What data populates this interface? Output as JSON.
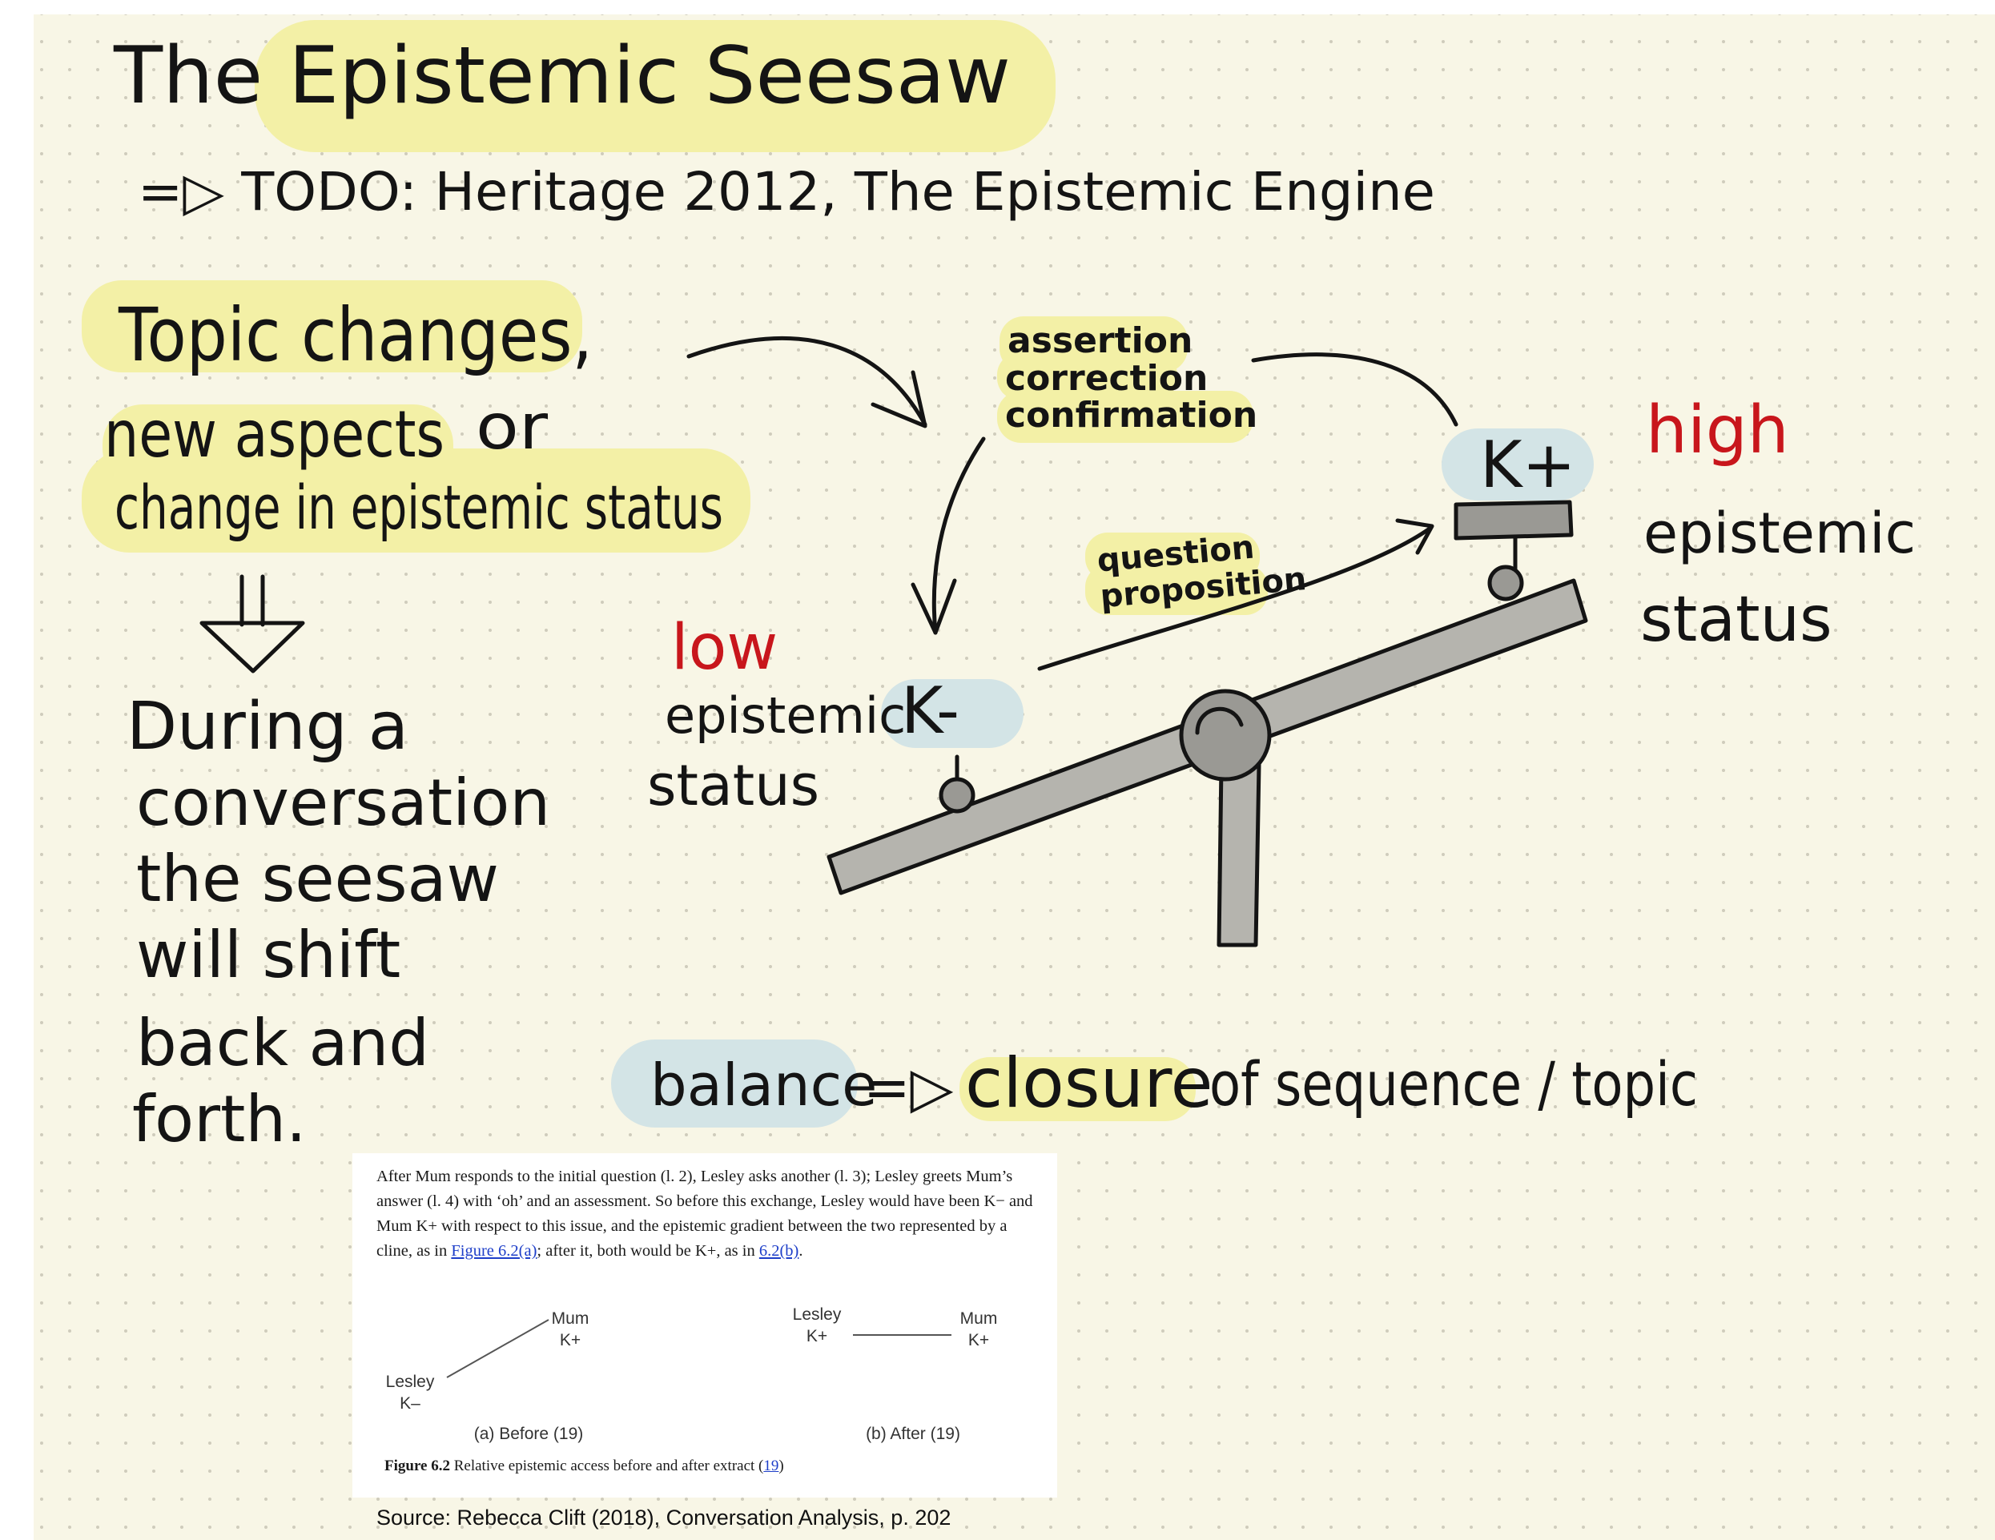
{
  "title": "The Epistemic Seesaw",
  "todo": "=▷ TODO: Heritage 2012, The Epistemic Engine",
  "left_notes": {
    "line1": "Topic changes,",
    "line2a": "new aspects",
    "line2b": "or",
    "line3": "change in epistemic status",
    "body": [
      "During a",
      "conversation",
      "the seesaw",
      "will shift",
      "back and",
      "forth."
    ]
  },
  "labels": {
    "acts_top": [
      "assertion",
      "correction",
      "confirmation"
    ],
    "acts_mid": [
      "question",
      "proposition"
    ],
    "k_minus": "K-",
    "k_plus": "K+",
    "low": "low",
    "low_rest": [
      "epistemic",
      "status"
    ],
    "high": "high",
    "high_rest": [
      "epistemic",
      "status"
    ]
  },
  "bottom": {
    "balance": "balance",
    "arrow": "=▷",
    "closure": "closure",
    "rest": "of sequence / topic"
  },
  "excerpt": {
    "para_before_link1": "After Mum responds to the initial question (l. 2), Lesley asks another (l. 3); Lesley greets Mum’s answer (l. 4) with ‘oh’ and an assessment. So before this exchange, Lesley would have been K− and Mum K+ with respect to this issue, and the epistemic gradient between the two represented by a cline, as in ",
    "link1": "Figure 6.2(a)",
    "para_between": "; after it, both would be K+, as in ",
    "link2": "6.2(b)",
    "para_end": ".",
    "fig_a": {
      "top_name": "Mum",
      "top_k": "K+",
      "bottom_name": "Lesley",
      "bottom_k": "K–",
      "caption": "(a) Before (19)"
    },
    "fig_b": {
      "left_name": "Lesley",
      "left_k": "K+",
      "right_name": "Mum",
      "right_k": "K+",
      "caption": "(b) After (19)"
    },
    "figure_label": "Figure 6.2",
    "figure_caption": "Relative epistemic access before and after extract (",
    "figure_link": "19",
    "figure_caption_end": ")"
  },
  "source": "Source: Rebecca Clift (2018), Conversation Analysis, p. 202",
  "colors": {
    "paper": "#f8f6e6",
    "highlight_yellow": "#f3f0a6",
    "highlight_blue": "#d3e4e6",
    "red_ink": "#c8161c",
    "seesaw_gray": "#b5b4ae"
  }
}
